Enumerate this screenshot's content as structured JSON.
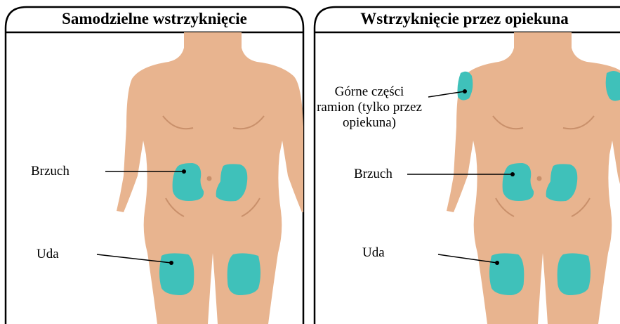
{
  "panels": [
    {
      "title": "Samodzielne wstrzyknięcie",
      "labels": {
        "abdomen": "Brzuch",
        "thighs": "Uda"
      }
    },
    {
      "title": "Wstrzyknięcie przez opiekuna",
      "labels": {
        "upper_arms": "Górne części ramion (tylko przez opiekuna)",
        "abdomen": "Brzuch",
        "thighs": "Uda"
      }
    }
  ],
  "colors": {
    "skin": "#e8b48f",
    "skin_shadow": "#c9906b",
    "injection_site": "#3fc1ba",
    "frame": "#000000"
  }
}
